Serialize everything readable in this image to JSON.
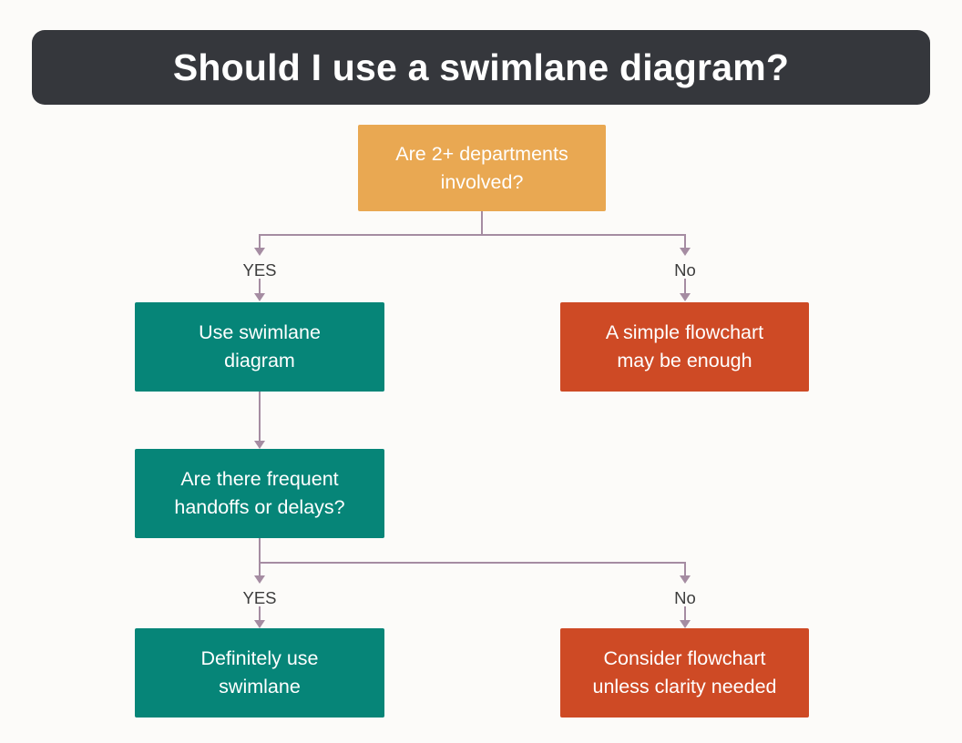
{
  "title": "Should I use a swimlane diagram?",
  "colors": {
    "bg": "#FCFBF9",
    "header_bg": "#35373C",
    "title_text": "#FFFFFF",
    "question": "#E9A852",
    "yes": "#068578",
    "no": "#CE4A25",
    "connector": "#A58CA2",
    "edge_label_text": "#3C3C3C",
    "node_text": "#FFFFFF"
  },
  "nodes": {
    "q1": {
      "text": "Are 2+ departments\ninvolved?"
    },
    "yes1": {
      "text": "Use swimlane\ndiagram"
    },
    "no1": {
      "text": "A simple flowchart\nmay be enough"
    },
    "q2": {
      "text": "Are there frequent\nhandoffs or delays?"
    },
    "yes2": {
      "text": "Definitely use\nswimlane"
    },
    "no2": {
      "text": "Consider flowchart\nunless clarity needed"
    }
  },
  "edges": {
    "branch1_yes_label": "YES",
    "branch1_no_label": "No",
    "branch2_yes_label": "YES",
    "branch2_no_label": "No"
  }
}
